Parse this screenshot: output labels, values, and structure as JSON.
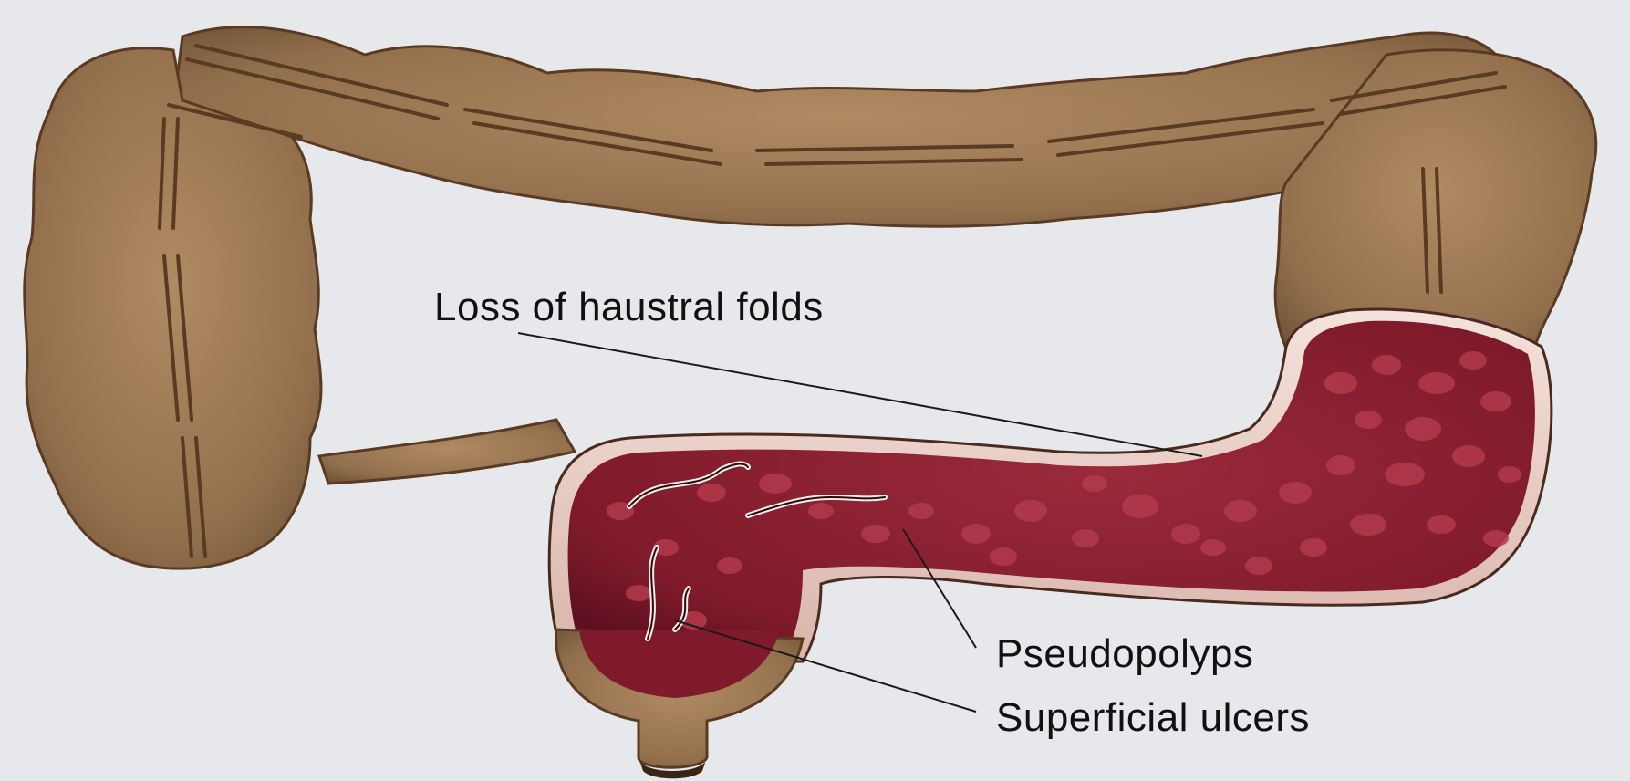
{
  "labels": {
    "haustral": "Loss of haustral folds",
    "pseudopolyps": "Pseudopolyps",
    "ulcers": "Superficial ulcers"
  },
  "colors": {
    "background": "#e6e8ec",
    "colon_wall": "#9b7652",
    "colon_dark": "#5a3a22",
    "mucosa": "#8a1e30",
    "mucosa_rim": "#f0d8d0",
    "polyp": "#c04a58",
    "leader_line": "#1a1a1a"
  }
}
